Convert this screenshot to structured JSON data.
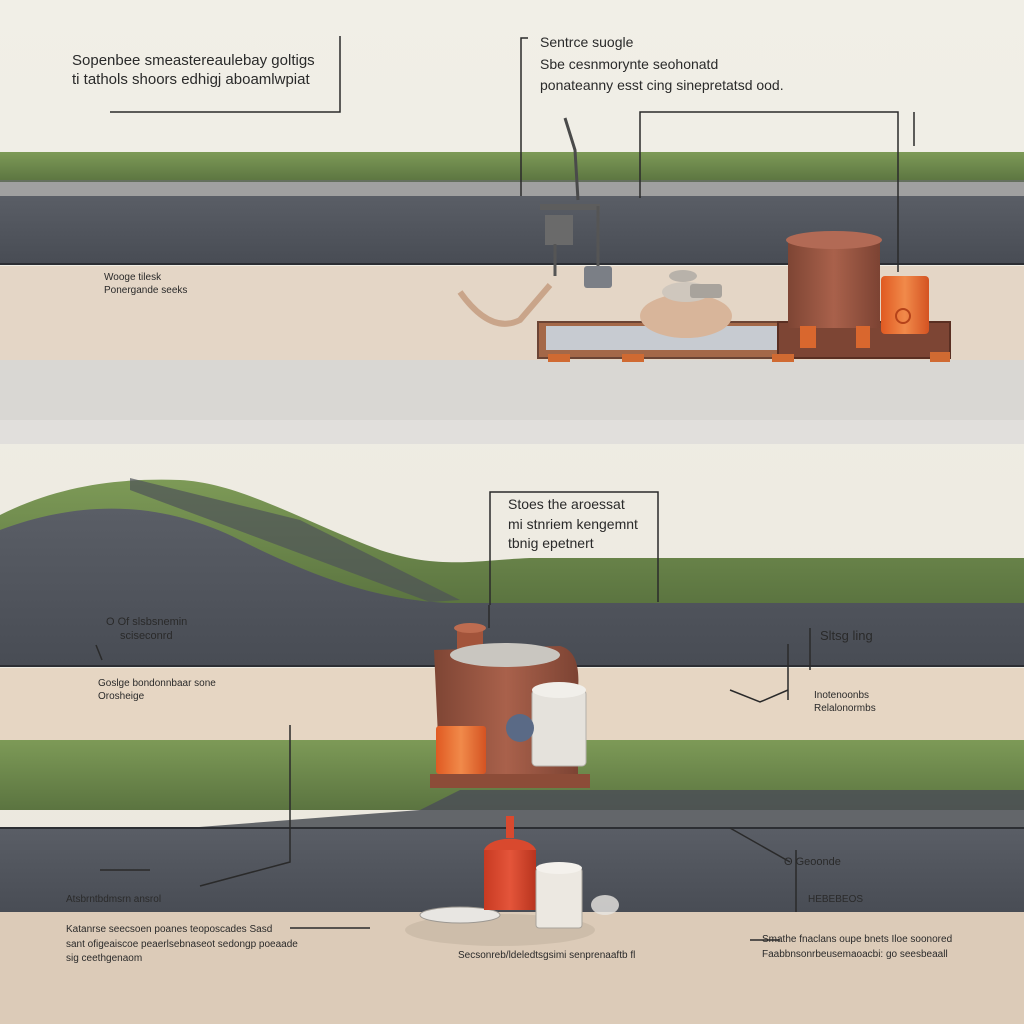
{
  "labels": {
    "top_left": [
      "Sopenbee smeastereaulebay goltigs",
      "ti tathols shoors edhigj aboamlwpiat"
    ],
    "top_center": [
      "Sentrce suogle",
      "Sbe cesnmorynte seohonatd",
      "ponateanny esst cing sinepretatsd ood."
    ],
    "top_side": [
      "Wooge tilesk",
      "Ponergande seeks"
    ],
    "mid_center": [
      "Stoes the aroessat",
      "mi stnriem kengemnt",
      "tbnig  epetnert"
    ],
    "mid_left": [
      "O   Of slsbsnemin",
      "sciseconrd"
    ],
    "mid_left_small": [
      "Goslge bondonnbaar sone",
      "Orosheige"
    ],
    "mid_right": [
      "Sltsg ling"
    ],
    "mid_right_small": [
      "Inotenoonbs",
      "Relalonormbs"
    ],
    "lower_left": [
      "Atsbrntbdmsrn ansrol"
    ],
    "lower_right": [
      "O   Geoonde"
    ],
    "lower_right_small": [
      "HEBEBEOS"
    ],
    "bottom_left": [
      "Katanrse seecsoen poanes teoposcades Sasd",
      "sant ofigeaiscoe peaerlsebnaseot sedongp poeaade",
      "sig ceethgenaom"
    ],
    "bottom_center": [
      "Secsonreb/ldeledtsgsimi senprenaaftb fl"
    ],
    "bottom_right": [
      "Smathe fnaclans oupe bnets Iloe soonored",
      "Faabbnsonrbeusemaoacbi: go seesbeaall"
    ]
  },
  "colors": {
    "sky": "#efece4",
    "grass": "#6b8546",
    "pipe": "#4f535b",
    "soil": "#e3d3c2",
    "tank": "#9a5542",
    "accent": "#e0692e"
  }
}
